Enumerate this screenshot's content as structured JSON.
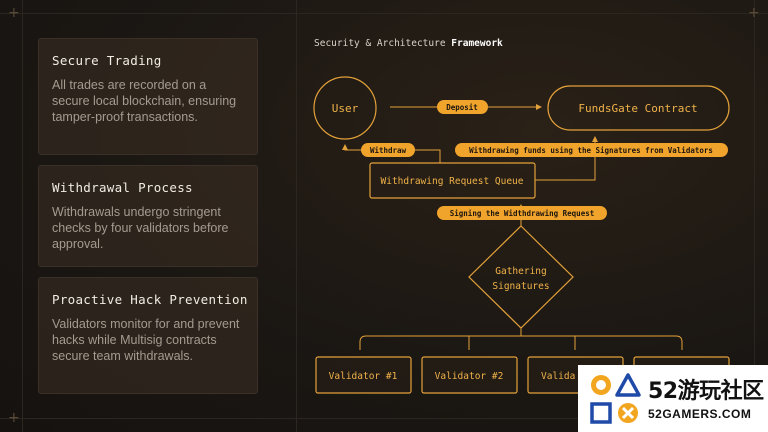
{
  "cards": [
    {
      "title": "Secure Trading",
      "body": "All trades are recorded on a secure local blockchain, ensuring tamper-proof transactions."
    },
    {
      "title": "Withdrawal Process",
      "body": "Withdrawals undergo stringent checks by four validators before approval."
    },
    {
      "title": "Proactive Hack Prevention",
      "body": "Validators monitor for and prevent hacks while Multisig contracts secure team withdrawals."
    }
  ],
  "diagram": {
    "title_prefix": "Security & Architecture ",
    "title_bold": "Framework",
    "nodes": {
      "user": "User",
      "contract": "FundsGate Contract",
      "queue": "Withdrawing Request Queue",
      "gather_line1": "Gathering",
      "gather_line2": "Signatures"
    },
    "edges": {
      "deposit": "Deposit",
      "withdraw": "Withdraw",
      "withdraw_funds": "Withdrawing funds using the Signatures from Validators",
      "signing": "Signing the Widthdrawing Request"
    },
    "validators": [
      "Validator #1",
      "Validator #2",
      "Valida",
      ""
    ]
  },
  "watermark": {
    "title": "52游玩社区",
    "subtitle": "52GAMERS.COM"
  },
  "colors": {
    "accent": "#e3a13a",
    "badge": "#f0a42c",
    "text_light": "#f1ece4",
    "text_muted": "#a49c91"
  }
}
